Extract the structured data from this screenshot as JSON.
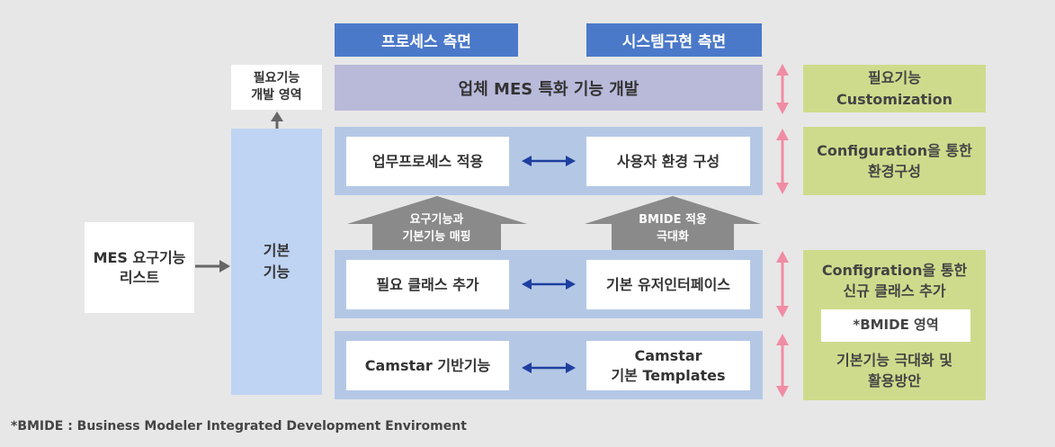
{
  "headers": {
    "process": "프로세스 측면",
    "system": "시스템구현 측면"
  },
  "left": {
    "mes_list": "MES 요구기능\n리스트",
    "basic": "기본\n기능",
    "custom_area": "필요기능\n개발 영역"
  },
  "center": {
    "top_band": "업체 MES 특화 기능 개발",
    "row1": {
      "left": "업무프로세스 적용",
      "right": "사용자 환경 구성"
    },
    "mid_arrows": {
      "left": "요구기능과\n기본기능 매핑",
      "right": "BMIDE 적용\n극대화"
    },
    "row2": {
      "left": "필요 클래스 추가",
      "right": "기본 유저인터페이스"
    },
    "row3": {
      "left": "Camstar 기반기능",
      "right": "Camstar\n기본 Templates"
    }
  },
  "right": {
    "box1": "필요기능\nCustomization",
    "box2": "Configuration을 통한\n환경구성",
    "box3_title": "Configration을 통한\n신규 클래스 추가",
    "box3_badge": "*BMIDE 영역",
    "box3_footer": "기본기능 극대화 및\n활용방안"
  },
  "footnote": "*BMIDE : Business Modeler Integrated Development Enviroment",
  "colors": {
    "header_blue": "#4b79c9",
    "band_blue": "#b4c8e6",
    "green": "#cfdb8c",
    "purple": "#b9b9da",
    "pink_arrow": "#f08ca3",
    "navy_arrow": "#1f3f9f",
    "gray_arrow": "#8a8a8a"
  }
}
